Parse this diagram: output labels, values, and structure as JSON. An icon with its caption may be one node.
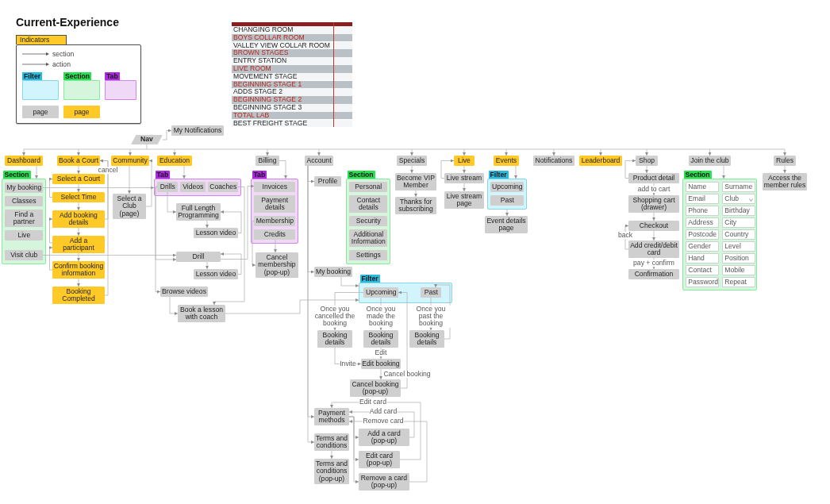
{
  "diagram": {
    "title": "Current-Experience",
    "nodes": [
      {
        "text": [
          "Nav"
        ]
      },
      {
        "text": [
          "My Notifications"
        ]
      },
      {
        "text": [
          "Dashboard"
        ]
      },
      {
        "text": [
          "Section"
        ]
      },
      {
        "text": [
          "My booking"
        ],
        "in": 3
      },
      {
        "text": [
          "Classes"
        ],
        "in": 3
      },
      {
        "text": [
          "Find a partner"
        ],
        "in": 3
      },
      {
        "text": [
          "Live"
        ],
        "in": 3
      },
      {
        "text": [
          "Visit club"
        ],
        "in": 3
      },
      {
        "text": [
          "Book a Court"
        ]
      },
      {
        "text": [
          "Select a Court"
        ]
      },
      {
        "text": [
          "Select Time"
        ]
      },
      {
        "text": [
          "Add booking details"
        ]
      },
      {
        "text": [
          "Add a participant"
        ]
      },
      {
        "text": [
          "Confirm booking information"
        ]
      },
      {
        "text": [
          "Booking Completed"
        ]
      },
      {
        "text": [
          "Community"
        ]
      },
      {
        "text": [
          "Select a Club (page)"
        ]
      },
      {
        "text": [
          "Education"
        ]
      },
      {
        "text": [
          "Tab"
        ]
      },
      {
        "text": [
          "Drills"
        ],
        "in": 19
      },
      {
        "text": [
          "Videos"
        ],
        "in": 19
      },
      {
        "text": [
          "Coaches"
        ],
        "in": 19
      },
      {
        "text": [
          "Full Length Programming"
        ]
      },
      {
        "text": [
          "Lesson video"
        ]
      },
      {
        "text": [
          "Drill"
        ]
      },
      {
        "text": [
          "Lesson video"
        ]
      },
      {
        "text": [
          "Browse videos"
        ]
      },
      {
        "text": [
          "Book a lesson with coach"
        ]
      },
      {
        "text": [
          "Billing"
        ]
      },
      {
        "text": [
          "Tab"
        ]
      },
      {
        "text": [
          "Invoices"
        ],
        "in": 30
      },
      {
        "text": [
          "Payment details"
        ],
        "in": 30
      },
      {
        "text": [
          "Membership"
        ],
        "in": 30
      },
      {
        "text": [
          "Credits"
        ],
        "in": 30
      },
      {
        "text": [
          "Cancel membership (pop-up)"
        ]
      },
      {
        "text": [
          "Account"
        ]
      },
      {
        "text": [
          "Profile"
        ]
      },
      {
        "text": [
          "Section"
        ]
      },
      {
        "text": [
          "Personal"
        ],
        "in": 38
      },
      {
        "text": [
          "Contact details"
        ],
        "in": 38
      },
      {
        "text": [
          "Security"
        ],
        "in": 38
      },
      {
        "text": [
          "Additional Information"
        ],
        "in": 38
      },
      {
        "text": [
          "Settings"
        ],
        "in": 38
      },
      {
        "text": [
          "My booking"
        ]
      },
      {
        "text": [
          "Filter"
        ]
      },
      {
        "text": [
          "Upcoming"
        ],
        "in": 45
      },
      {
        "text": [
          "Past"
        ],
        "in": 45
      },
      {
        "text": [
          "Booking details"
        ]
      },
      {
        "text": [
          "Booking details"
        ]
      },
      {
        "text": [
          "Booking details"
        ]
      },
      {
        "text": [
          "Edit booking"
        ]
      },
      {
        "text": [
          "Cancel booking (pop-up)"
        ]
      },
      {
        "text": [
          "Payment methods"
        ]
      },
      {
        "text": [
          "Add a card (pop-up)"
        ]
      },
      {
        "text": [
          "Edit card (pop-up)"
        ]
      },
      {
        "text": [
          "Remove a card (pop-up)"
        ]
      },
      {
        "text": [
          "Terms and conditions"
        ]
      },
      {
        "text": [
          "Terms and conditions (pop-up)"
        ]
      },
      {
        "text": [
          "Specials"
        ]
      },
      {
        "text": [
          "Become VIP Member"
        ]
      },
      {
        "text": [
          "Thanks for subscribing"
        ]
      },
      {
        "text": [
          "Live"
        ]
      },
      {
        "text": [
          "Live stream"
        ]
      },
      {
        "text": [
          "Live stream page"
        ]
      },
      {
        "text": [
          "Events"
        ]
      },
      {
        "text": [
          "Filter"
        ]
      },
      {
        "text": [
          "Upcoming"
        ],
        "in": 66
      },
      {
        "text": [
          "Past"
        ],
        "in": 66
      },
      {
        "text": [
          "Event details page"
        ]
      },
      {
        "text": [
          "Notifications"
        ]
      },
      {
        "text": [
          "Leaderboard"
        ]
      },
      {
        "text": [
          "Shop"
        ]
      },
      {
        "text": [
          "Product detail"
        ]
      },
      {
        "text": [
          "Shopping cart (drawer)"
        ]
      },
      {
        "text": [
          "Checkout"
        ]
      },
      {
        "text": [
          "Add credit/debit card"
        ]
      },
      {
        "text": [
          "Confirmation"
        ]
      },
      {
        "text": [
          "Join the club"
        ]
      },
      {
        "text": [
          "Section"
        ]
      },
      {
        "text": [
          "Name"
        ],
        "in": 79
      },
      {
        "text": [
          "Surname"
        ],
        "in": 79
      },
      {
        "text": [
          "Email"
        ],
        "in": 79
      },
      {
        "text": [
          "Club"
        ],
        "in": 79
      },
      {
        "text": [
          "Phone"
        ],
        "in": 79
      },
      {
        "text": [
          "Birthday"
        ],
        "in": 79
      },
      {
        "text": [
          "Address"
        ],
        "in": 79
      },
      {
        "text": [
          "City"
        ],
        "in": 79
      },
      {
        "text": [
          "Postcode"
        ],
        "in": 79
      },
      {
        "text": [
          "Country"
        ],
        "in": 79
      },
      {
        "text": [
          "Gender"
        ],
        "in": 79
      },
      {
        "text": [
          "Level"
        ],
        "in": 79
      },
      {
        "text": [
          "Hand"
        ],
        "in": 79
      },
      {
        "text": [
          "Position"
        ],
        "in": 79
      },
      {
        "text": [
          "Contact"
        ],
        "in": 79
      },
      {
        "text": [
          "Mobile"
        ],
        "in": 79
      },
      {
        "text": [
          "Password"
        ],
        "in": 79
      },
      {
        "text": [
          "Repeat"
        ],
        "in": 79
      },
      {
        "text": [
          "Rules"
        ]
      },
      {
        "text": [
          "Access the member rules"
        ]
      }
    ],
    "edges": [
      {
        "from": 0,
        "to": 2,
        "arrow": "to"
      },
      {
        "from": 0,
        "to": 9,
        "arrow": "to"
      },
      {
        "from": 0,
        "to": 16,
        "arrow": "to"
      },
      {
        "from": 0,
        "to": 18,
        "arrow": "to"
      },
      {
        "from": 0,
        "to": 29,
        "arrow": "to"
      },
      {
        "from": 0,
        "to": 36,
        "arrow": "to"
      },
      {
        "from": 0,
        "to": 59,
        "arrow": "to"
      },
      {
        "from": 0,
        "to": 62,
        "arrow": "to"
      },
      {
        "from": 0,
        "to": 65,
        "arrow": "to"
      },
      {
        "from": 0,
        "to": 70,
        "arrow": "to"
      },
      {
        "from": 0,
        "to": 71,
        "arrow": "to"
      },
      {
        "from": 0,
        "to": 72,
        "arrow": "to"
      },
      {
        "from": 0,
        "to": 78,
        "arrow": "to"
      },
      {
        "from": 0,
        "to": 98,
        "arrow": "to"
      },
      {
        "from": 0,
        "to": 1,
        "arrow": "to"
      },
      {
        "from": 2,
        "to": 3,
        "arrow": "to"
      },
      {
        "from": 4,
        "to": 19,
        "arrow": "to"
      },
      {
        "from": 8,
        "to": 25,
        "arrow": "to"
      },
      {
        "from": 25,
        "to": 31,
        "arrow": "to"
      },
      {
        "from": 9,
        "to": 10,
        "arrow": "to"
      },
      {
        "from": 10,
        "to": 11,
        "arrow": "to"
      },
      {
        "from": 11,
        "to": 12,
        "arrow": "to"
      },
      {
        "from": 12,
        "to": 13,
        "arrow": "to"
      },
      {
        "from": 13,
        "to": 14,
        "arrow": "to"
      },
      {
        "from": 14,
        "to": 15,
        "arrow": "to"
      },
      {
        "from": 11,
        "to": 10,
        "arrow": "to"
      },
      {
        "from": 13,
        "to": 12,
        "arrow": "to"
      },
      {
        "from": 14,
        "to": 13,
        "arrow": "to"
      },
      {
        "from": 12,
        "to": 9,
        "arrow": "to",
        "label": "cancel"
      },
      {
        "from": 15,
        "to": 9,
        "arrow": "to"
      },
      {
        "from": 16,
        "to": 17,
        "arrow": "to"
      },
      {
        "from": 17,
        "to": 16,
        "arrow": "to"
      },
      {
        "from": 18,
        "to": 19,
        "arrow": "to"
      },
      {
        "from": 20,
        "to": 23,
        "arrow": "to"
      },
      {
        "from": 23,
        "to": 24,
        "arrow": "to"
      },
      {
        "from": 24,
        "to": 23,
        "arrow": "to"
      },
      {
        "from": 20,
        "to": 25,
        "arrow": "to"
      },
      {
        "from": 25,
        "to": 26,
        "arrow": "to"
      },
      {
        "from": 26,
        "to": 25,
        "arrow": "to"
      },
      {
        "from": 20,
        "to": 27,
        "arrow": "to"
      },
      {
        "from": 27,
        "to": 28,
        "arrow": "to"
      },
      {
        "from": 22,
        "to": 28,
        "arrow": "to"
      },
      {
        "from": 28,
        "to": 45,
        "arrow": "to"
      },
      {
        "from": 29,
        "to": 30,
        "arrow": "to"
      },
      {
        "from": 34,
        "to": 35,
        "arrow": "to"
      },
      {
        "from": 33,
        "to": 35,
        "arrow": "to"
      },
      {
        "from": 36,
        "to": 37,
        "arrow": "to"
      },
      {
        "from": 36,
        "to": 44,
        "arrow": "to"
      },
      {
        "from": 36,
        "to": 53,
        "arrow": "to"
      },
      {
        "from": 36,
        "to": 57,
        "arrow": "to"
      },
      {
        "from": 44,
        "to": 45,
        "arrow": "to"
      },
      {
        "from": 46,
        "to": 48,
        "arrow": "to",
        "label": "Once you cancelled the booking"
      },
      {
        "from": 46,
        "to": 49,
        "arrow": "to",
        "label": "Once you made the booking"
      },
      {
        "from": 47,
        "to": 50,
        "arrow": "to",
        "label": "Once you past the booking"
      },
      {
        "from": 50,
        "to": 47,
        "arrow": "to"
      },
      {
        "from": 49,
        "to": 51,
        "arrow": "to",
        "label": "Edit"
      },
      {
        "from": 48,
        "to": 51,
        "arrow": "to",
        "label": "Invite"
      },
      {
        "from": 51,
        "to": 52,
        "arrow": "to"
      },
      {
        "from": 52,
        "to": 46,
        "arrow": "to",
        "label": "Cancel booking"
      },
      {
        "from": 53,
        "to": 54,
        "arrow": "to"
      },
      {
        "from": 53,
        "to": 55,
        "arrow": "to"
      },
      {
        "from": 53,
        "to": 56,
        "arrow": "to"
      },
      {
        "from": 54,
        "to": 53,
        "arrow": "to",
        "label": "Add card"
      },
      {
        "from": 55,
        "to": 53,
        "arrow": "to",
        "label": "Edit card"
      },
      {
        "from": 56,
        "to": 53,
        "arrow": "to",
        "label": "Remove card"
      },
      {
        "from": 57,
        "to": 58,
        "arrow": "to"
      },
      {
        "from": 59,
        "to": 60,
        "arrow": "to"
      },
      {
        "from": 60,
        "to": 61,
        "arrow": "to"
      },
      {
        "from": 62,
        "to": 63,
        "arrow": "to"
      },
      {
        "from": 63,
        "to": 64,
        "arrow": "to"
      },
      {
        "from": 63,
        "to": 62,
        "arrow": "to"
      },
      {
        "from": 65,
        "to": 66,
        "arrow": "to"
      },
      {
        "from": 66,
        "to": 69,
        "arrow": "to"
      },
      {
        "from": 72,
        "to": 73,
        "arrow": "to"
      },
      {
        "from": 73,
        "to": 72,
        "arrow": "to"
      },
      {
        "from": 73,
        "to": 74,
        "arrow": "to",
        "label": "add to cart"
      },
      {
        "from": 74,
        "to": 75,
        "arrow": "to"
      },
      {
        "from": 75,
        "to": 76,
        "arrow": "to"
      },
      {
        "from": 76,
        "to": 75,
        "arrow": "to",
        "label": "back"
      },
      {
        "from": 76,
        "to": 77,
        "arrow": "to",
        "label": "pay + confirm"
      },
      {
        "from": 78,
        "to": 79,
        "arrow": "to"
      },
      {
        "from": 98,
        "to": 99,
        "arrow": "to"
      }
    ],
    "labels": [
      "Indicators",
      "CHANGING ROOM",
      "BOYS COLLAR ROOM",
      "VALLEY VIEW COLLAR ROOM",
      "BROWN STAGES",
      "ENTRY STATION",
      "LIVE ROOM",
      "MOVEMENT STAGE",
      "BEGINNING STAGE 1",
      "ADDS STAGE 2",
      "BEGINNING STAGE 2",
      "BEGINNING STAGE 3",
      "TOTAL LAB",
      "BEST FREIGHT STAGE"
    ],
    "legend": [
      {
        "text": "section"
      },
      {
        "text": "action"
      },
      {
        "text": "Filter",
        "color": "#d2f4fd"
      },
      {
        "text": "Section",
        "color": "#d6f5dd"
      },
      {
        "text": "Tab",
        "color": "#efd9f7"
      },
      {
        "text": "page",
        "color": "#cfcfcf"
      },
      {
        "text": "page",
        "color": "#ffc928"
      }
    ]
  }
}
